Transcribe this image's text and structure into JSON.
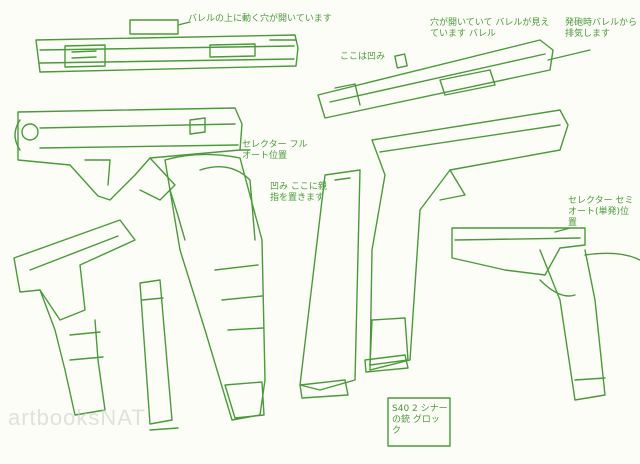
{
  "watermark": "artbooksNAT",
  "annotations": {
    "top_barrel": "バレルの上に動く穴が開いています",
    "center_hole": "ここは凹み",
    "hole_open": "穴が開いていて バレルが見えています バレル",
    "compensator": "発砲時バレルから排気します",
    "selector_left": "セレクター フルオート位置",
    "grip_dent": "凹み ここに親指を置きます",
    "selector_right": "セレクター セミオート(単発)位置",
    "caption": "S40 2 シナーの銃 グロック"
  },
  "colors": {
    "ink": "#4a9a3a",
    "paper": "#fdfdf8"
  }
}
